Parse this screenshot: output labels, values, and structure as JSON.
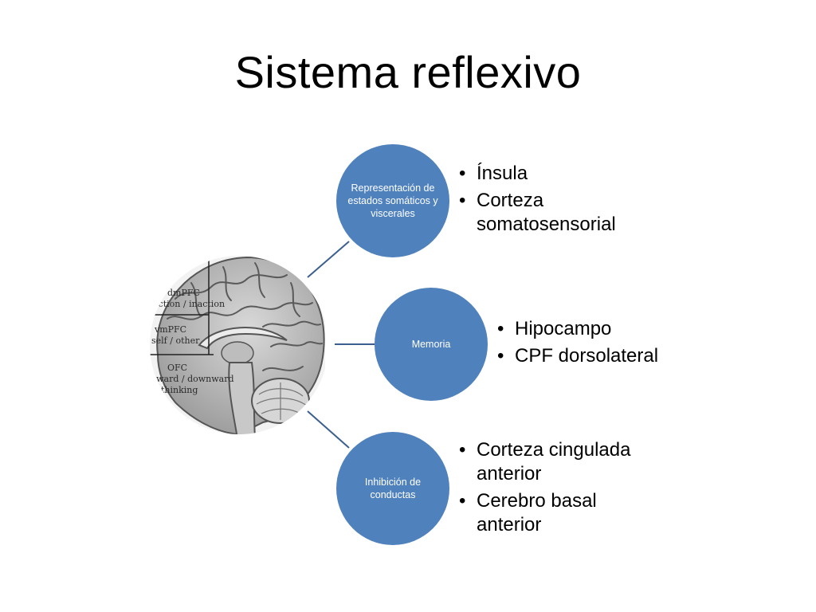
{
  "slide": {
    "title": "Sistema reflexivo"
  },
  "brain_image": {
    "labels": [
      "dmPFC",
      "action / inaction",
      "vmPFC",
      "self / other",
      "OFC",
      "upward / downward",
      "thinking"
    ]
  },
  "nodes": [
    {
      "label": "Representación de estados somáticos y viscerales",
      "bullets": [
        "Ínsula",
        "Corteza somatosensorial"
      ]
    },
    {
      "label": "Memoria",
      "bullets": [
        "Hipocampo",
        "CPF dorsolateral"
      ]
    },
    {
      "label": "Inhibición de conductas",
      "bullets": [
        "Corteza cingulada anterior",
        "Cerebro basal anterior"
      ]
    }
  ],
  "colors": {
    "node_fill": "#4f81bd",
    "connector": "#3b5f8e",
    "text": "#000000"
  }
}
